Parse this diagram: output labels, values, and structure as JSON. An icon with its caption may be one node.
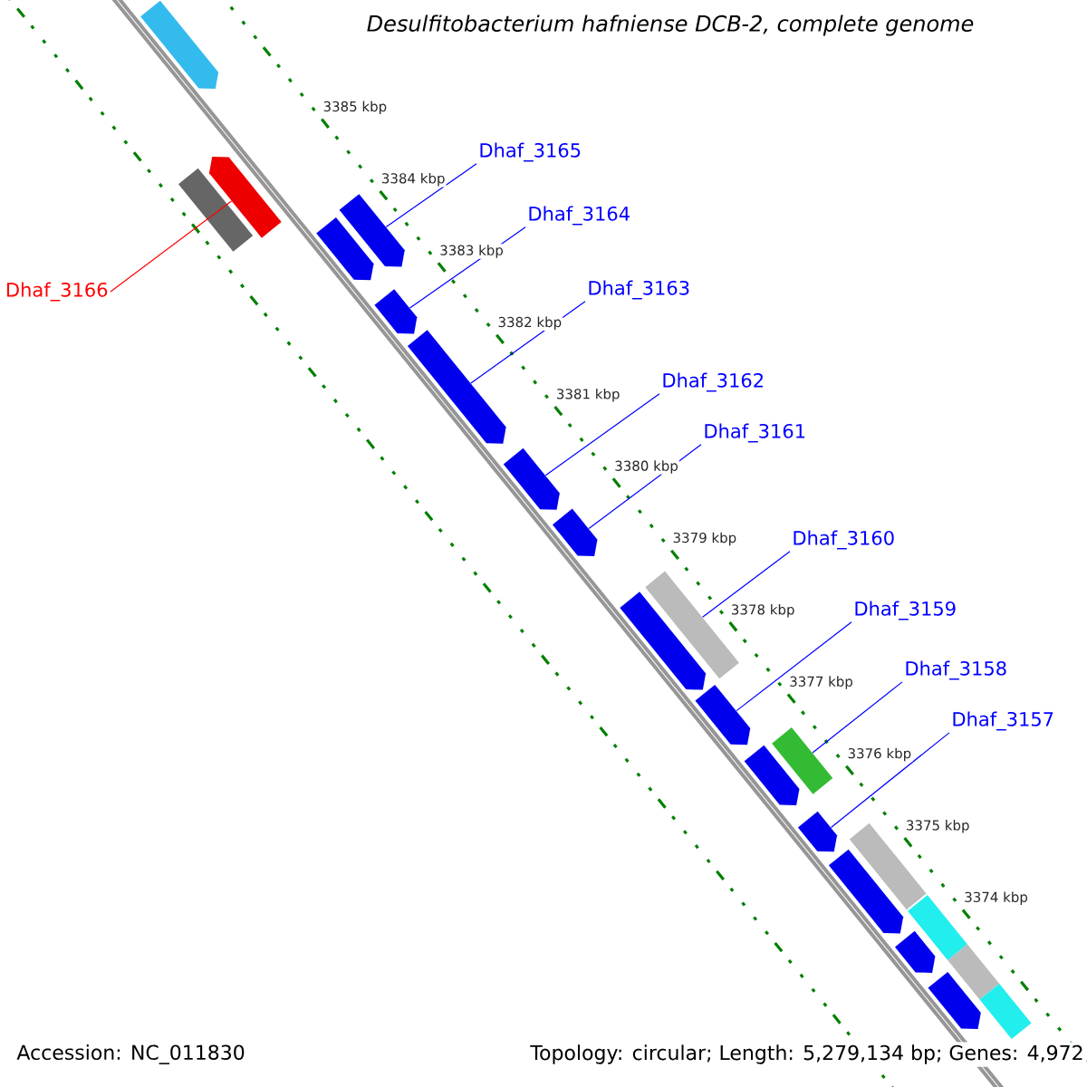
{
  "diagram": {
    "title": "Desulfitobacterium hafniense DCB-2, complete genome",
    "nodes": [
      {
        "text": [
          "Dhaf_3165"
        ]
      },
      {
        "text": [
          "Dhaf_3164"
        ]
      },
      {
        "text": [
          "Dhaf_3163"
        ]
      },
      {
        "text": [
          "Dhaf_3162"
        ]
      },
      {
        "text": [
          "Dhaf_3161"
        ]
      },
      {
        "text": [
          "Dhaf_3160"
        ]
      },
      {
        "text": [
          "Dhaf_3159"
        ]
      },
      {
        "text": [
          "Dhaf_3158"
        ]
      },
      {
        "text": [
          "Dhaf_3157"
        ]
      },
      {
        "text": [
          "Dhaf_3166"
        ]
      },
      {
        "text": [],
        "shape": "arrow"
      },
      {
        "text": [],
        "shape": "box"
      },
      {
        "text": [],
        "shape": "arrow"
      },
      {
        "text": [],
        "shape": "arrow"
      },
      {
        "text": [],
        "shape": "arrow"
      },
      {
        "text": [],
        "shape": "arrow"
      },
      {
        "text": [],
        "shape": "arrow"
      },
      {
        "text": [],
        "shape": "arrow"
      },
      {
        "text": [],
        "shape": "arrow"
      },
      {
        "text": [],
        "shape": "box"
      },
      {
        "text": [],
        "shape": "arrow"
      },
      {
        "text": [],
        "shape": "arrow"
      },
      {
        "text": [],
        "shape": "box"
      },
      {
        "text": [],
        "shape": "arrow"
      },
      {
        "text": [],
        "shape": "arrow"
      },
      {
        "text": [],
        "shape": "box"
      },
      {
        "text": [],
        "shape": "arrow"
      },
      {
        "text": [],
        "shape": "box"
      },
      {
        "text": [],
        "shape": "arrow"
      },
      {
        "text": [],
        "shape": "box"
      },
      {
        "text": [],
        "shape": "arrow"
      },
      {
        "text": [],
        "shape": "box"
      }
    ],
    "edges": [
      {
        "from": 0,
        "to": 13,
        "arrow": "none"
      },
      {
        "from": 1,
        "to": 15,
        "arrow": "none"
      },
      {
        "from": 2,
        "to": 16,
        "arrow": "none"
      },
      {
        "from": 3,
        "to": 17,
        "arrow": "none"
      },
      {
        "from": 4,
        "to": 18,
        "arrow": "none"
      },
      {
        "from": 5,
        "to": 19,
        "arrow": "none"
      },
      {
        "from": 6,
        "to": 21,
        "arrow": "none"
      },
      {
        "from": 7,
        "to": 22,
        "arrow": "none"
      },
      {
        "from": 8,
        "to": 24,
        "arrow": "none"
      },
      {
        "from": 9,
        "to": 12,
        "arrow": "none",
        "color": "#ff0000"
      }
    ],
    "labels": [
      "3385 kbp",
      "3384 kbp",
      "3383 kbp",
      "3382 kbp",
      "3381 kbp",
      "3380 kbp",
      "3379 kbp",
      "3378 kbp",
      "3377 kbp",
      "3376 kbp",
      "3375 kbp",
      "3374 kbp",
      "Accession: NC_011830",
      "Topology: circular; Length: 5,279,134 bp; Genes: 4,972"
    ]
  }
}
